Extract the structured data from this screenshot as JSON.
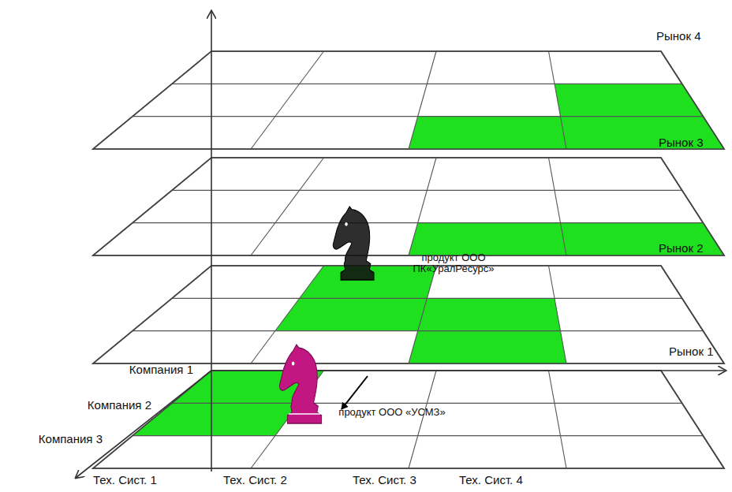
{
  "diagram": {
    "labels": [
      "Рынок 4",
      "Рынок 3",
      "Рынок 2",
      "Рынок 1",
      "Компания 1",
      "Компания 2",
      "Компания 3",
      "Тех. Сист. 1",
      "Тех. Сист. 2",
      "Тех. Сист. 3",
      "Тех. Сист. 4",
      "продукт ООО ПК«УралРесурс»",
      "продукт ООО «УСМЗ»"
    ]
  }
}
